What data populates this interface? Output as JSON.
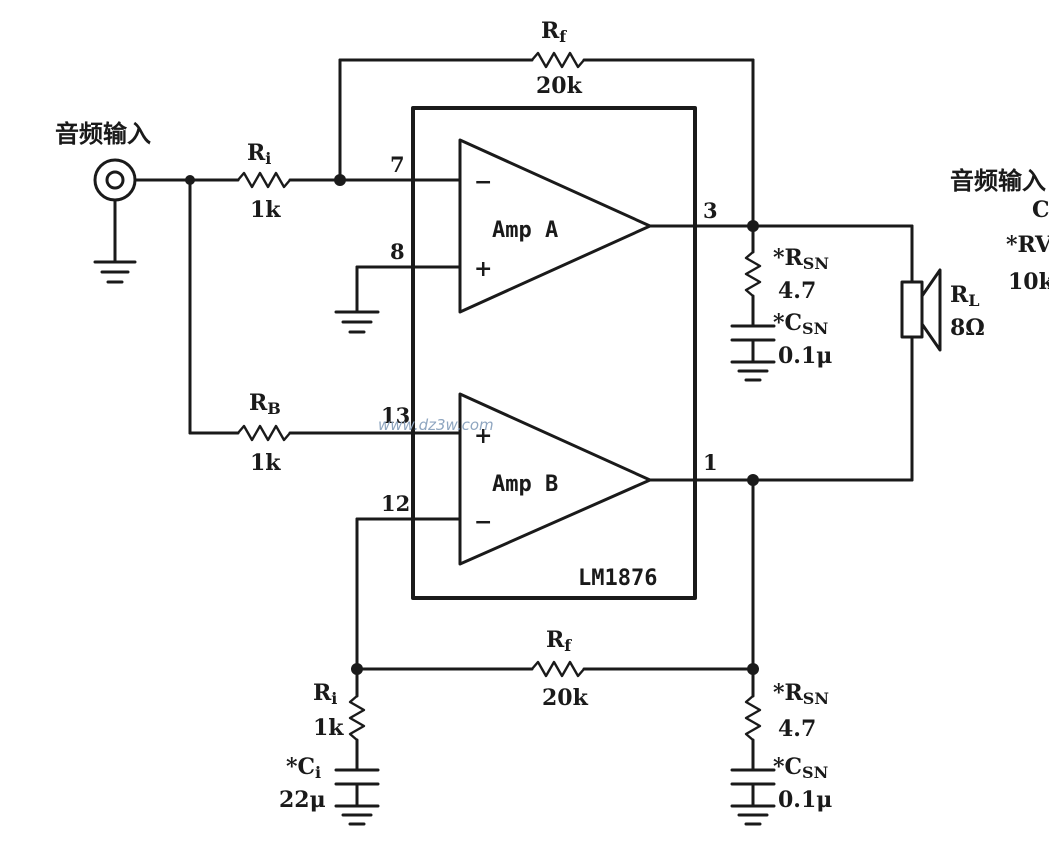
{
  "input": {
    "title": "音频输入"
  },
  "input_right": {
    "title_partial": "音频输入",
    "c_partial": "C",
    "rv_partial": "RV",
    "rv_value_partial": "10k"
  },
  "rf_top": {
    "label": "R",
    "sub": "f",
    "value": "20k"
  },
  "ri_top": {
    "label": "R",
    "sub": "i",
    "value": "1k"
  },
  "rb": {
    "label": "R",
    "sub": "B",
    "value": "1k"
  },
  "rf_bottom": {
    "label": "R",
    "sub": "f",
    "value": "20k"
  },
  "ri_bottom": {
    "label": "R",
    "sub": "i",
    "value": "1k"
  },
  "ci": {
    "label": "*C",
    "sub": "i",
    "value": "22μ"
  },
  "rsn_top": {
    "label": "*R",
    "sub": "SN",
    "value": "4.7"
  },
  "csn_top": {
    "label": "*C",
    "sub": "SN",
    "value": "0.1μ"
  },
  "rsn_bottom": {
    "label": "*R",
    "sub": "SN",
    "value": "4.7"
  },
  "csn_bottom": {
    "label": "*C",
    "sub": "SN",
    "value": "0.1μ"
  },
  "rl": {
    "label": "R",
    "sub": "L",
    "value": "8Ω"
  },
  "ic": {
    "name": "LM1876"
  },
  "amp_a": {
    "name": "Amp A",
    "minus": "−",
    "plus": "+"
  },
  "amp_b": {
    "name": "Amp B",
    "minus": "−",
    "plus": "+"
  },
  "pins": {
    "p7": "7",
    "p8": "8",
    "p3": "3",
    "p13": "13",
    "p12": "12",
    "p1": "1"
  },
  "watermark": "www.dz3w.com",
  "colors": {
    "ink": "#1a1a1a",
    "background": "#ffffff",
    "watermark": "#8fa6c0"
  }
}
